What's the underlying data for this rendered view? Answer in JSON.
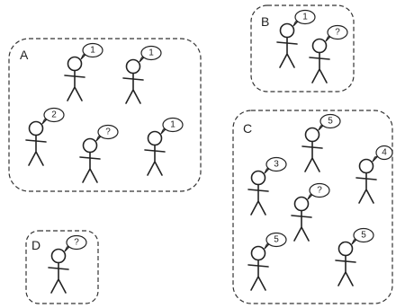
{
  "groups": [
    {
      "label": "A",
      "people": [
        {
          "bubble": "1"
        },
        {
          "bubble": "1"
        },
        {
          "bubble": "2"
        },
        {
          "bubble": "?"
        },
        {
          "bubble": "1"
        }
      ]
    },
    {
      "label": "B",
      "people": [
        {
          "bubble": "1"
        },
        {
          "bubble": "?"
        }
      ]
    },
    {
      "label": "C",
      "people": [
        {
          "bubble": "5"
        },
        {
          "bubble": "3"
        },
        {
          "bubble": "4"
        },
        {
          "bubble": "?"
        },
        {
          "bubble": "5"
        },
        {
          "bubble": "5"
        }
      ]
    },
    {
      "label": "D",
      "people": [
        {
          "bubble": "?"
        }
      ]
    }
  ]
}
